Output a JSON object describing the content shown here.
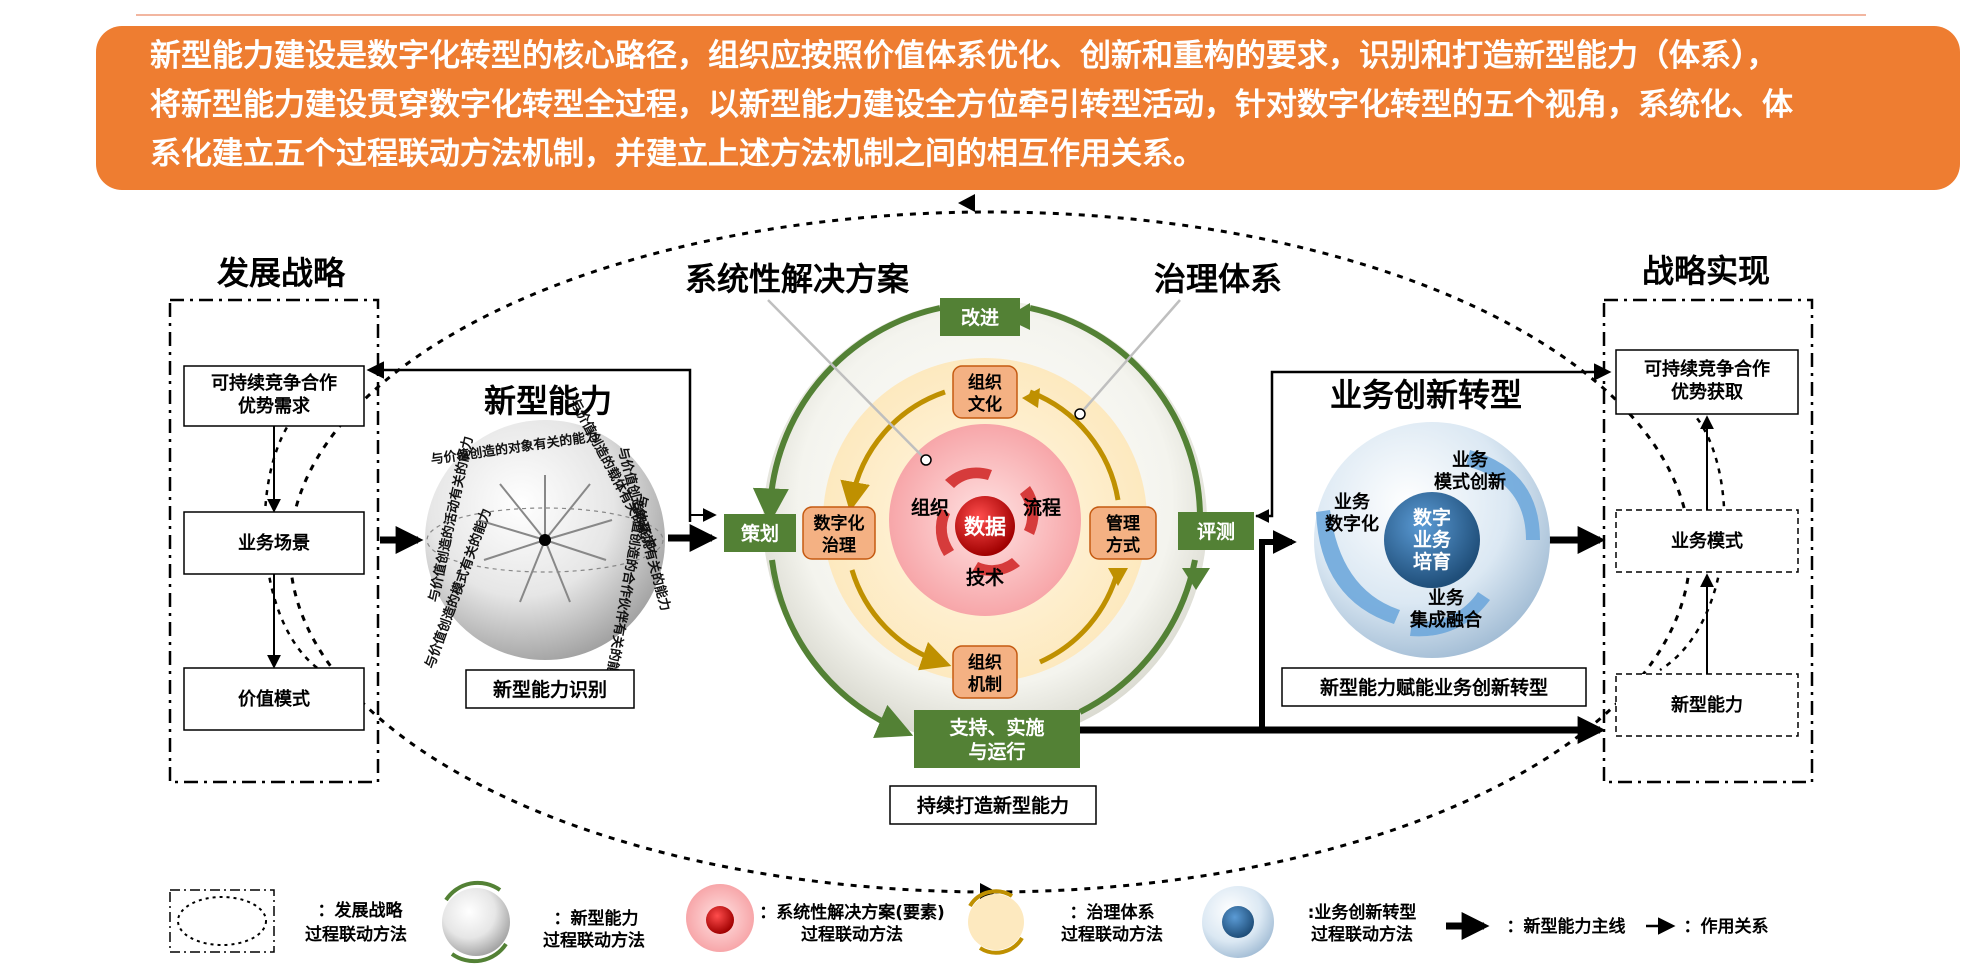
{
  "banner": {
    "lines": [
      "新型能力建设是数字化转型的核心路径，组织应按照价值体系优化、创新和重构的要求，识别和打造新型能力（体系），",
      "将新型能力建设贯穿数字化转型全过程，以新型能力建设全方位牵引转型活动，针对数字化转型的五个视角，系统化、体",
      "系化建立五个过程联动方法机制，并建立上述方法机制之间的相互作用关系。"
    ]
  },
  "left_panel": {
    "title": "发展战略",
    "boxes": [
      "可持续竞争合作优势需求",
      "业务场景",
      "价值模式"
    ],
    "box1_lines": [
      "可持续竞争合作",
      "优势需求"
    ]
  },
  "new_capability": {
    "title": "新型能力",
    "label": "新型能力识别",
    "sphere_texts": [
      "与价值创造的对象有关的能力",
      "与价值创造的活动有关的能力",
      "与价值创造的模式有关的能力",
      "与价值创造的载体有关的能力",
      "与价值创造的环境有关的能力",
      "与价值创造的合作伙伴有关的能力"
    ]
  },
  "center": {
    "solution_title": "系统性解决方案",
    "governance_title": "治理体系",
    "improve": "改进",
    "plan": "策划",
    "evaluate": "评测",
    "support_lines": [
      "支持、实施",
      "与运行"
    ],
    "label": "持续打造新型能力",
    "gov_items": {
      "org_culture": [
        "组织",
        "文化"
      ],
      "digital_gov": [
        "数字化",
        "治理"
      ],
      "mgmt_mode": [
        "管理",
        "方式"
      ],
      "org_mechanism": [
        "组织",
        "机制"
      ]
    },
    "elements": {
      "org": "组织",
      "process": "流程",
      "tech": "技术",
      "data": "数据"
    }
  },
  "business": {
    "title": "业务创新转型",
    "label": "新型能力赋能业务创新转型",
    "digital_lines": [
      "业务",
      "数字化"
    ],
    "model_lines": [
      "业务",
      "模式创新"
    ],
    "integration_lines": [
      "业务",
      "集成融合"
    ],
    "center_lines": [
      "数字",
      "业务",
      "培育"
    ]
  },
  "right_panel": {
    "title": "战略实现",
    "box1_lines": [
      "可持续竞争合作",
      "优势获取"
    ],
    "box2": "业务模式",
    "box3": "新型能力"
  },
  "legend": {
    "strategy_lines": [
      "：发展战略",
      "过程联动方法"
    ],
    "capability_lines": [
      "：新型能力",
      "过程联动方法"
    ],
    "solution_lines": [
      "：系统性解决方案(要素)",
      "过程联动方法"
    ],
    "governance_lines": [
      "：治理体系",
      "过程联动方法"
    ],
    "business_lines": [
      ":业务创新转型",
      "过程联动方法"
    ],
    "mainline": "：新型能力主线",
    "relation": "：作用关系"
  },
  "colors": {
    "orange": "#ee7d31",
    "green": "#538135",
    "gold": "#bf9000",
    "peach": "#f4b183",
    "red": "#c00000",
    "blue": "#2e75b6"
  }
}
